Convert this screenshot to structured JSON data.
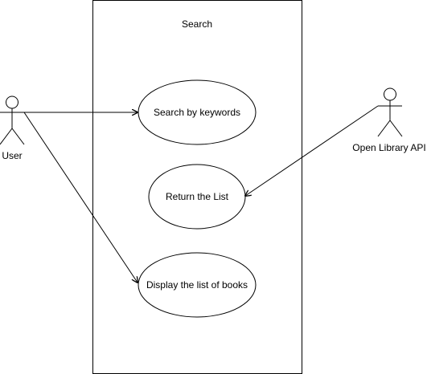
{
  "diagram": {
    "system_boundary": {
      "title": "Search"
    },
    "actors": {
      "user": {
        "name": "User"
      },
      "open_library_api": {
        "name": "Open Library API"
      }
    },
    "use_cases": {
      "search_by_keywords": {
        "label": "Search by keywords"
      },
      "return_the_list": {
        "label": "Return the List"
      },
      "display_list_of_books": {
        "label": "Display the list of books"
      }
    },
    "associations": [
      {
        "from": "User",
        "to": "Search by keywords"
      },
      {
        "from": "User",
        "to": "Display the list of books"
      },
      {
        "from": "Open Library API",
        "to": "Return the List"
      }
    ],
    "colors": {
      "stroke": "#000000",
      "fill": "#ffffff",
      "background": "#ffffff"
    }
  }
}
